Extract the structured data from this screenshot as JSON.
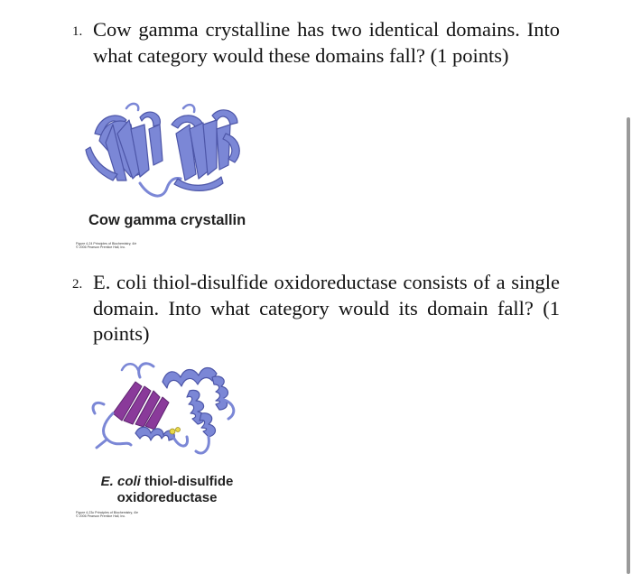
{
  "questions": [
    {
      "number": "1.",
      "text": "Cow gamma crystalline has two identical domains. Into what category would these domains fall? (1 points)",
      "figure_caption": "Cow gamma crystallin",
      "figure_credit_line1": "Figure 4-24 Principles of Biochemistry, 4/e",
      "figure_credit_line2": "© 2006 Pearson Prentice Hall, Inc."
    },
    {
      "number": "2.",
      "text": "E. coli thiol-disulfide oxidoreductase consists of a single domain. Into what category would its domain fall? (1 points)",
      "figure_caption_italic": "E. coli",
      "figure_caption_rest": " thiol-disulfide oxidoreductase",
      "figure_credit_line1": "Figure 4-23c Principles of Biochemistry, 4/e",
      "figure_credit_line2": "© 2006 Pearson Prentice Hall, Inc."
    }
  ],
  "colors": {
    "ribbon": "#7b87d6",
    "ribbon_dark": "#4d56a8",
    "beta_sheet": "#8a3a9a"
  },
  "icons": [
    "protein-structure-image"
  ]
}
